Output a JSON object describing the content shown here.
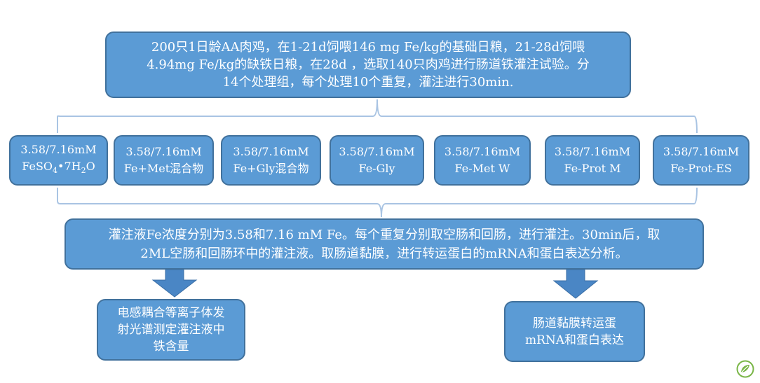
{
  "top_box": {
    "lines": [
      "200只1日龄AA肉鸡，在1-21d饲喂146 mg Fe/kg的基础日粮，21-28d饲喂",
      "4.94mg Fe/kg的缺铁日粮，在28d ，选取140只肉鸡进行肠道铁灌注试验。分",
      "14个处理组，每个处理10个重复，灌注进行30min."
    ]
  },
  "treatments": [
    {
      "conc": "3.58/7.16mM",
      "name_main": "FeSO",
      "name_sub1": "4",
      "name_mid": "•7H",
      "name_sub2": "2",
      "name_end": "O"
    },
    {
      "conc": "3.58/7.16mM",
      "name": "Fe+Met混合物"
    },
    {
      "conc": "3.58/7.16mM",
      "name": "Fe+Gly混合物"
    },
    {
      "conc": "3.58/7.16mM",
      "name": "Fe-Gly"
    },
    {
      "conc": "3.58/7.16mM",
      "name": "Fe-Met W"
    },
    {
      "conc": "3.58/7.16mM",
      "name": "Fe-Prot M"
    },
    {
      "conc": "3.58/7.16mM",
      "name": "Fe-Prot-ES"
    }
  ],
  "mid_box": {
    "lines": [
      "灌注液Fe浓度分别为3.58和7.16 mM Fe。每个重复分别取空肠和回肠，进行灌注。30min后，取",
      "2ML空肠和回肠环中的灌注液。取肠道黏膜，进行转运蛋白的mRNA和蛋白表达分析。"
    ]
  },
  "outputs": {
    "left_lines": [
      "电感耦合等离子体发",
      "射光谱测定灌注液中",
      "铁含量"
    ],
    "right_lines": [
      "肠道黏膜转运蛋",
      "mRNA和蛋白表达"
    ]
  },
  "colors": {
    "box_fill": "#5b9bd5",
    "box_border": "#41719c",
    "bracket": "#a9c4e3",
    "arrow": "#4a86c5",
    "logo": "#7ab648"
  },
  "logo_icon": "leaf-logo-icon"
}
